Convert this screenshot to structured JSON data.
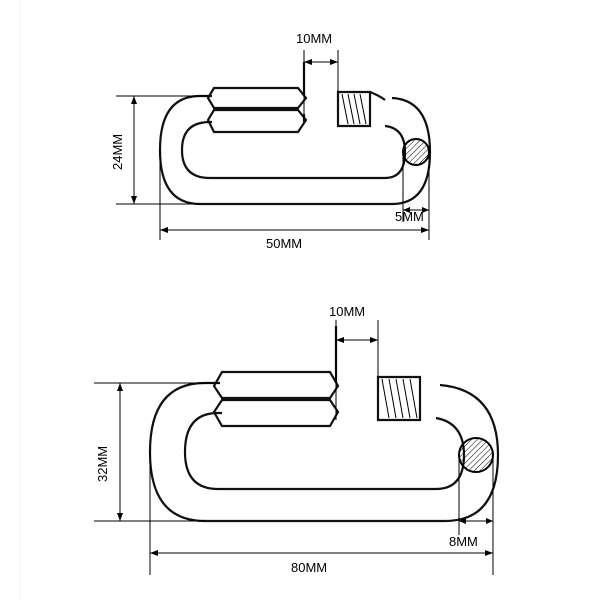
{
  "diagram_a": {
    "gap_label": "10MM",
    "height_label": "24MM",
    "wire_label": "5MM",
    "length_label": "50MM"
  },
  "diagram_b": {
    "gap_label": "10MM",
    "height_label": "32MM",
    "wire_label": "8MM",
    "length_label": "80MM"
  },
  "colors": {
    "line": "#000000",
    "background": "#ffffff"
  }
}
